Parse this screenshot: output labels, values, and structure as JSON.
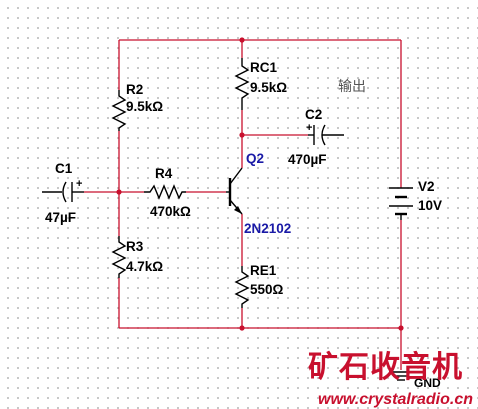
{
  "diagram": {
    "components": {
      "r2": {
        "name": "R2",
        "value": "9.5kΩ"
      },
      "r3": {
        "name": "R3",
        "value": "4.7kΩ"
      },
      "r4": {
        "name": "R4",
        "value": "470kΩ"
      },
      "rc1": {
        "name": "RC1",
        "value": "9.5kΩ"
      },
      "re1": {
        "name": "RE1",
        "value": "550Ω"
      },
      "c1": {
        "name": "C1",
        "value": "47µF",
        "polarity": "+"
      },
      "c2": {
        "name": "C2",
        "value": "470µF",
        "polarity": "+"
      },
      "q2": {
        "name": "Q2",
        "model": "2N2102"
      },
      "v2": {
        "name": "V2",
        "value": "10V"
      }
    },
    "output_label": "输出",
    "ground_label": "GND"
  },
  "watermark": {
    "title": "矿石收音机",
    "url": "www.crystalradio.cn"
  },
  "colors": {
    "wire": "#c8102e",
    "component": "#000000",
    "transistor_label": "#1a1aa6",
    "watermark": "#c8102e"
  }
}
